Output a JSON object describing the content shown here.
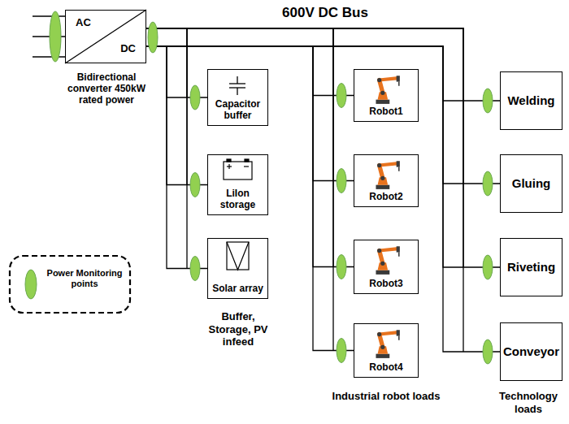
{
  "diagram": {
    "title": "600V DC Bus",
    "nodes": [
      {
        "text": [
          "AC",
          "DC",
          "Bidirectional converter 450kW rated power"
        ]
      },
      {
        "text": [
          "Capacitor buffer"
        ]
      },
      {
        "text": [
          "LiIon storage"
        ]
      },
      {
        "text": [
          "Solar array"
        ]
      },
      {
        "text": [
          "Robot1"
        ]
      },
      {
        "text": [
          "Robot2"
        ]
      },
      {
        "text": [
          "Robot3"
        ]
      },
      {
        "text": [
          "Robot4"
        ]
      },
      {
        "text": [
          "Welding"
        ]
      },
      {
        "text": [
          "Gluing"
        ]
      },
      {
        "text": [
          "Riveting"
        ]
      },
      {
        "text": [
          "Conveyor"
        ]
      }
    ],
    "edges": [
      {
        "from": 0,
        "to": 1,
        "arrow": "none"
      },
      {
        "from": 0,
        "to": 2,
        "arrow": "none"
      },
      {
        "from": 0,
        "to": 3,
        "arrow": "none"
      },
      {
        "from": 0,
        "to": 4,
        "arrow": "none"
      },
      {
        "from": 0,
        "to": 5,
        "arrow": "none"
      },
      {
        "from": 0,
        "to": 6,
        "arrow": "none"
      },
      {
        "from": 0,
        "to": 7,
        "arrow": "none"
      },
      {
        "from": 0,
        "to": 8,
        "arrow": "none"
      },
      {
        "from": 0,
        "to": 9,
        "arrow": "none"
      },
      {
        "from": 0,
        "to": 10,
        "arrow": "none"
      },
      {
        "from": 0,
        "to": 11,
        "arrow": "none"
      }
    ],
    "labels": [
      "Buffer, Storage, PV infeed",
      "Industrial robot loads",
      "Technology loads"
    ],
    "legend": [
      {
        "text": "Power Monitoring points"
      }
    ]
  }
}
